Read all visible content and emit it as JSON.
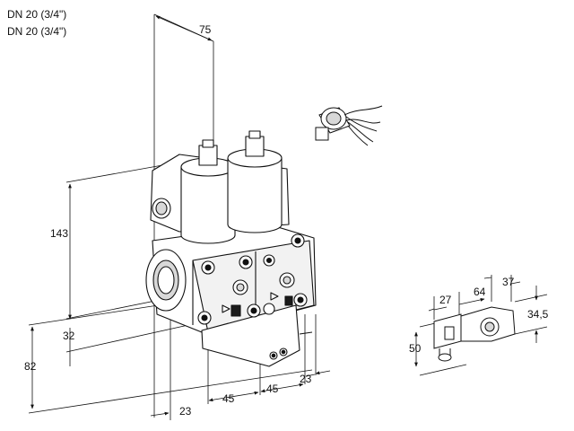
{
  "header": {
    "line1": "DN 20 (3/4\")",
    "line2": "DN 20 (3/4\")"
  },
  "dimensions": {
    "d75": "75",
    "d143": "143",
    "d32": "32",
    "d82": "82",
    "d23_bottom": "23",
    "d45_left": "45",
    "d45_right": "45",
    "d23_right": "23",
    "d27": "27",
    "d64": "64",
    "d37": "37",
    "d34_5": "34,5",
    "d50": "50"
  },
  "colors": {
    "line": "#111111",
    "body_fill": "#ffffff",
    "shade": "#d8d8d8",
    "dark": "#1a1a1a"
  }
}
